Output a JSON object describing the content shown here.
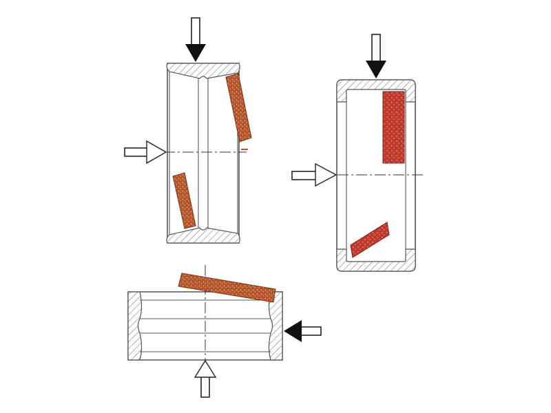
{
  "diagram": {
    "views": [
      {
        "id": "left-view",
        "description_label": ""
      },
      {
        "id": "right-view",
        "description_label": ""
      },
      {
        "id": "bottom-view",
        "description_label": ""
      }
    ],
    "colors": {
      "tool_brown": "#b5552c",
      "tool_red": "#c0392b",
      "hatch_line": "#666666",
      "line": "#555555",
      "arrow_dark": "#111111"
    }
  }
}
